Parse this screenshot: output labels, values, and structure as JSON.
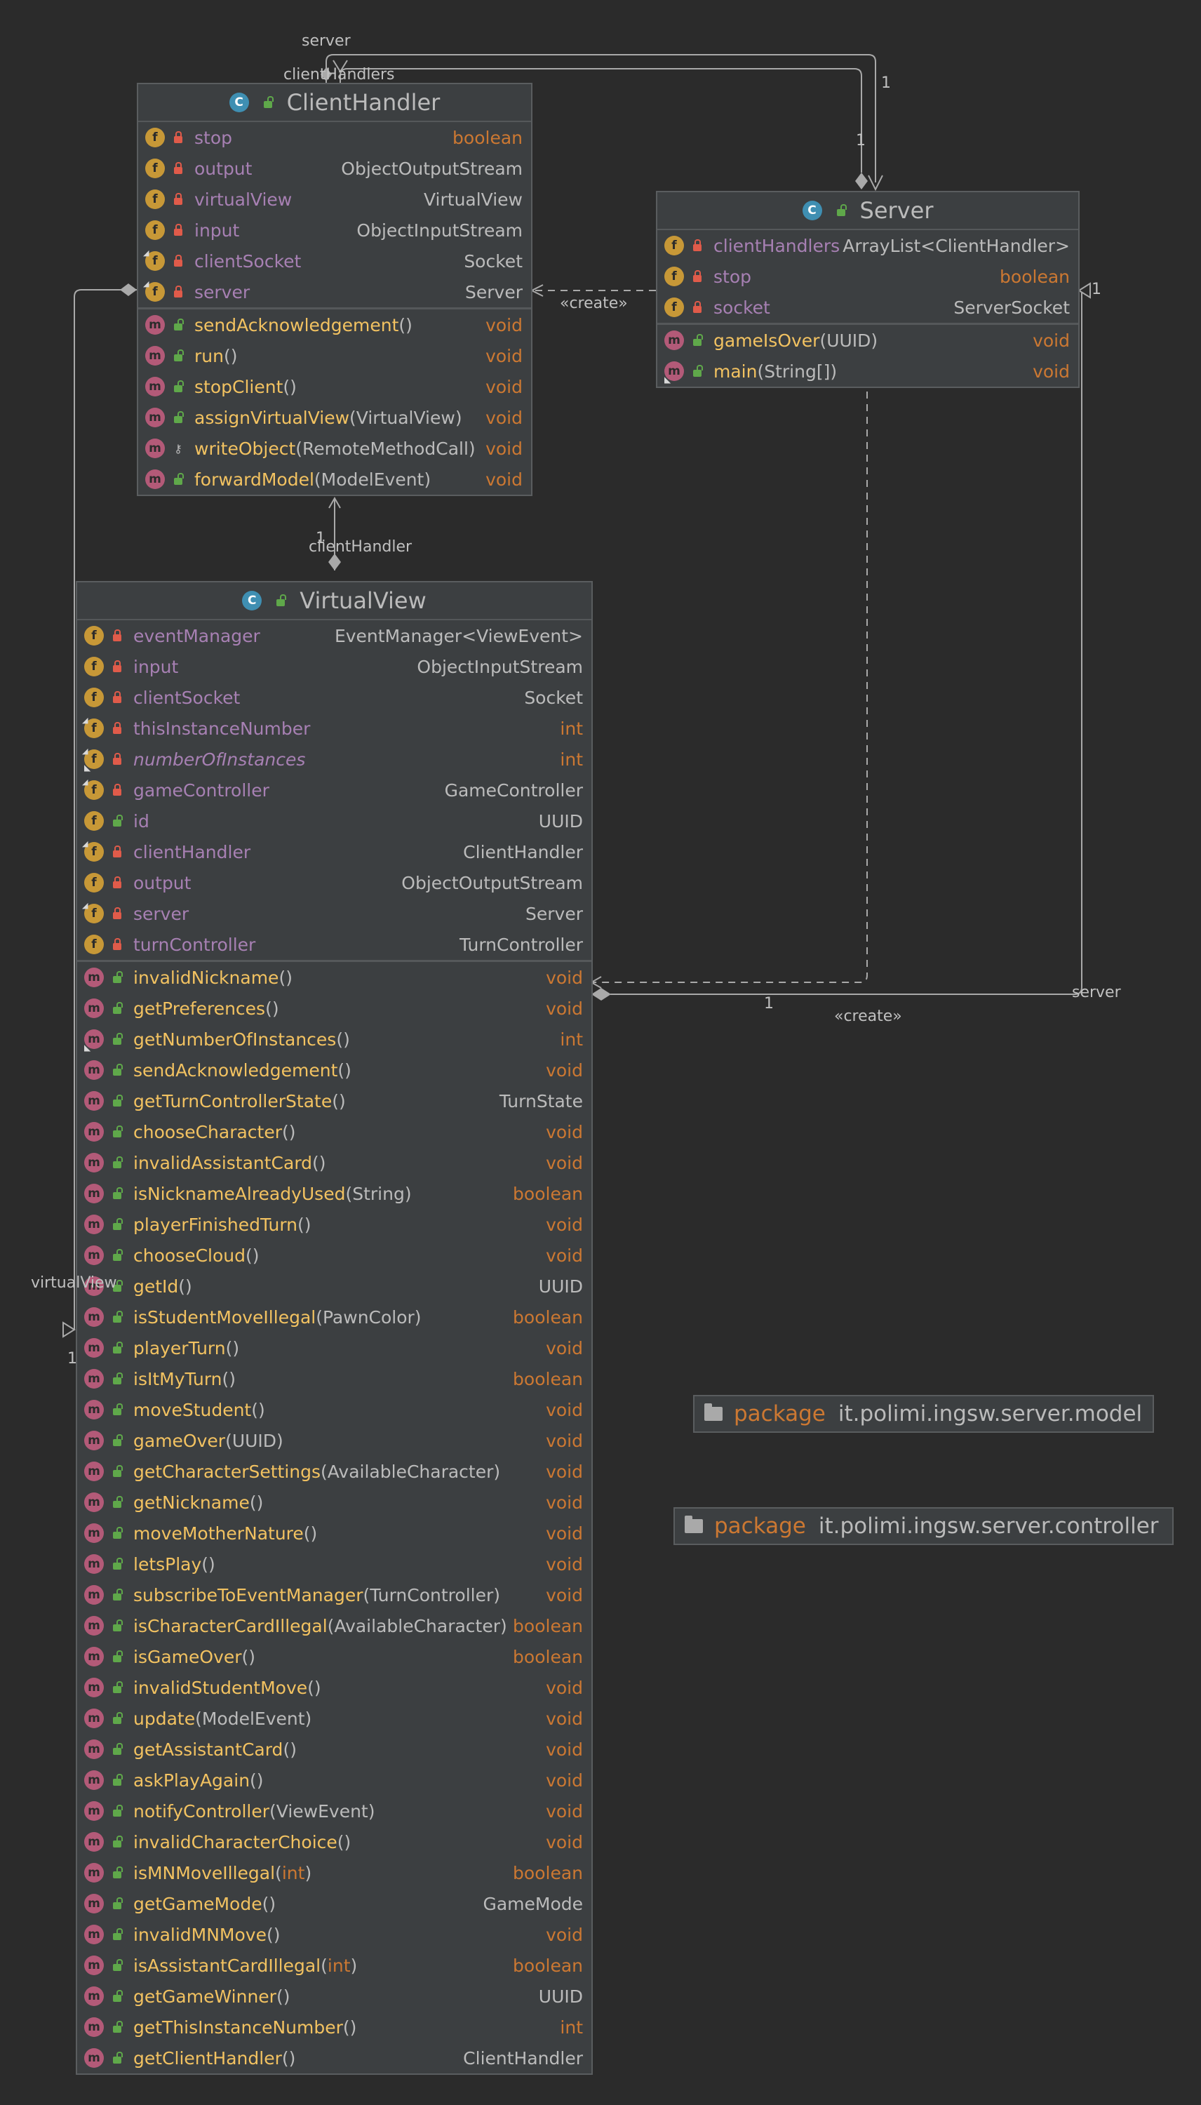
{
  "colors": {
    "background": "#2b2b2b",
    "box_fill": "#3c3f41",
    "field_icon": "#c79837",
    "method_icon": "#b35a78",
    "class_icon": "#3f8fb2",
    "private_lock": "#e05b4a",
    "public_lock": "#5fa84a",
    "field_name": "#a780b3",
    "method_name": "#f2c261",
    "keyword_type": "#cc7832"
  },
  "classes": {
    "client_handler": {
      "name": "ClientHandler",
      "fields": [
        {
          "name": "stop",
          "type": "boolean"
        },
        {
          "name": "output",
          "type": "ObjectOutputStream"
        },
        {
          "name": "virtualView",
          "type": "VirtualView"
        },
        {
          "name": "input",
          "type": "ObjectInputStream"
        },
        {
          "name": "clientSocket",
          "type": "Socket"
        },
        {
          "name": "server",
          "type": "Server"
        }
      ],
      "methods": [
        {
          "name": "sendAcknowledgement",
          "params": "()",
          "type": "void"
        },
        {
          "name": "run",
          "params": "()",
          "type": "void"
        },
        {
          "name": "stopClient",
          "params": "()",
          "type": "void"
        },
        {
          "name": "assignVirtualView",
          "params": "(VirtualView)",
          "type": "void"
        },
        {
          "name": "writeObject",
          "params": "(RemoteMethodCall)",
          "type": "void"
        },
        {
          "name": "forwardModel",
          "params": "(ModelEvent)",
          "type": "void"
        }
      ]
    },
    "server": {
      "name": "Server",
      "fields": [
        {
          "name": "clientHandlers",
          "type": "ArrayList<ClientHandler>"
        },
        {
          "name": "stop",
          "type": "boolean"
        },
        {
          "name": "socket",
          "type": "ServerSocket"
        }
      ],
      "methods": [
        {
          "name": "gameIsOver",
          "params": "(UUID)",
          "type": "void"
        },
        {
          "name": "main",
          "params": "(String[])",
          "type": "void"
        }
      ]
    },
    "virtual_view": {
      "name": "VirtualView",
      "fields": [
        {
          "name": "eventManager",
          "type": "EventManager<ViewEvent>"
        },
        {
          "name": "input",
          "type": "ObjectInputStream"
        },
        {
          "name": "clientSocket",
          "type": "Socket"
        },
        {
          "name": "thisInstanceNumber",
          "type": "int"
        },
        {
          "name": "numberOfInstances",
          "type": "int"
        },
        {
          "name": "gameController",
          "type": "GameController"
        },
        {
          "name": "id",
          "type": "UUID"
        },
        {
          "name": "clientHandler",
          "type": "ClientHandler"
        },
        {
          "name": "output",
          "type": "ObjectOutputStream"
        },
        {
          "name": "server",
          "type": "Server"
        },
        {
          "name": "turnController",
          "type": "TurnController"
        }
      ],
      "methods": [
        {
          "name": "invalidNickname",
          "params": "()",
          "type": "void"
        },
        {
          "name": "getPreferences",
          "params": "()",
          "type": "void"
        },
        {
          "name": "getNumberOfInstances",
          "params": "()",
          "type": "int"
        },
        {
          "name": "sendAcknowledgement",
          "params": "()",
          "type": "void"
        },
        {
          "name": "getTurnControllerState",
          "params": "()",
          "type": "TurnState"
        },
        {
          "name": "chooseCharacter",
          "params": "()",
          "type": "void"
        },
        {
          "name": "invalidAssistantCard",
          "params": "()",
          "type": "void"
        },
        {
          "name": "isNicknameAlreadyUsed",
          "params": "(String)",
          "type": "boolean"
        },
        {
          "name": "playerFinishedTurn",
          "params": "()",
          "type": "void"
        },
        {
          "name": "chooseCloud",
          "params": "()",
          "type": "void"
        },
        {
          "name": "getId",
          "params": "()",
          "type": "UUID"
        },
        {
          "name": "isStudentMoveIllegal",
          "params": "(PawnColor)",
          "type": "boolean"
        },
        {
          "name": "playerTurn",
          "params": "()",
          "type": "void"
        },
        {
          "name": "isItMyTurn",
          "params": "()",
          "type": "boolean"
        },
        {
          "name": "moveStudent",
          "params": "()",
          "type": "void"
        },
        {
          "name": "gameOver",
          "params": "(UUID)",
          "type": "void"
        },
        {
          "name": "getCharacterSettings",
          "params": "(AvailableCharacter)",
          "type": "void"
        },
        {
          "name": "getNickname",
          "params": "()",
          "type": "void"
        },
        {
          "name": "moveMotherNature",
          "params": "()",
          "type": "void"
        },
        {
          "name": "letsPlay",
          "params": "()",
          "type": "void"
        },
        {
          "name": "subscribeToEventManager",
          "params": "(TurnController)",
          "type": "void"
        },
        {
          "name": "isCharacterCardIllegal",
          "params": "(AvailableCharacter)",
          "type": "boolean"
        },
        {
          "name": "isGameOver",
          "params": "()",
          "type": "boolean"
        },
        {
          "name": "invalidStudentMove",
          "params": "()",
          "type": "void"
        },
        {
          "name": "update",
          "params": "(ModelEvent)",
          "type": "void"
        },
        {
          "name": "getAssistantCard",
          "params": "()",
          "type": "void"
        },
        {
          "name": "askPlayAgain",
          "params": "()",
          "type": "void"
        },
        {
          "name": "notifyController",
          "params": "(ViewEvent)",
          "type": "void"
        },
        {
          "name": "invalidCharacterChoice",
          "params": "()",
          "type": "void"
        },
        {
          "name": "isMNMoveIllegal",
          "params": "(int)",
          "type": "boolean"
        },
        {
          "name": "getGameMode",
          "params": "()",
          "type": "GameMode"
        },
        {
          "name": "invalidMNMove",
          "params": "()",
          "type": "void"
        },
        {
          "name": "isAssistantCardIllegal",
          "params": "(int)",
          "type": "boolean"
        },
        {
          "name": "getGameWinner",
          "params": "()",
          "type": "UUID"
        },
        {
          "name": "getThisInstanceNumber",
          "params": "()",
          "type": "int"
        },
        {
          "name": "getClientHandler",
          "params": "()",
          "type": "ClientHandler"
        }
      ]
    }
  },
  "edge_labels": {
    "server_top": "server",
    "client_handlers_top": "clientHandlers",
    "mult_one_a": "1",
    "mult_one_b": "1",
    "create_ch": "«create»",
    "server_right_one": "1",
    "client_handler_role": "clientHandler",
    "client_handler_one": "1",
    "virtual_view_role": "virtualView",
    "virtual_view_one": "1",
    "vv_one": "1",
    "create_vv": "«create»",
    "server_role_right": "server"
  },
  "packages": [
    {
      "keyword": "package",
      "name": "it.polimi.ingsw.server.model"
    },
    {
      "keyword": "package",
      "name": "it.polimi.ingsw.server.controller"
    }
  ]
}
